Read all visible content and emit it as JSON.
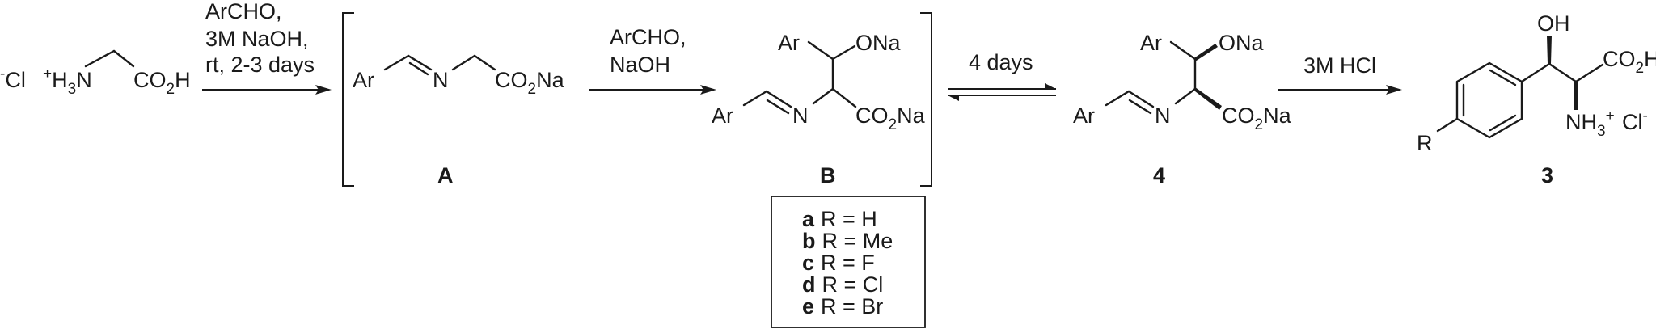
{
  "start_material": {
    "counterion": "Cl",
    "cation_prefix": "H",
    "cation_prefix_sub": "3",
    "nitrogen": "N",
    "acid_prefix": "CO",
    "acid_sub": "2",
    "acid_suffix": "H"
  },
  "step1": {
    "line1": "ArCHO,",
    "line2": "3M NaOH,",
    "line3": "rt, 2-3 days"
  },
  "intermediate_A": {
    "label": "A",
    "ar": "Ar",
    "imine_n": "N",
    "ester_prefix": "CO",
    "ester_sub": "2",
    "ester_suffix": "Na"
  },
  "step2": {
    "line1": "ArCHO,",
    "line2": "NaOH"
  },
  "intermediate_B": {
    "label": "B",
    "ar_top": "Ar",
    "alkoxide": "ONa",
    "ar_imine": "Ar",
    "imine_n": "N",
    "ester_prefix": "CO",
    "ester_sub": "2",
    "ester_suffix": "Na"
  },
  "equilibrium": {
    "label": "4 days"
  },
  "product_4": {
    "label": "4",
    "ar_top": "Ar",
    "alkoxide": "ONa",
    "ar_imine": "Ar",
    "imine_n": "N",
    "ester_prefix": "CO",
    "ester_sub": "2",
    "ester_suffix": "Na"
  },
  "step3": {
    "label": "3M HCl"
  },
  "product_3": {
    "label": "3",
    "hydroxyl": "OH",
    "acid_prefix": "CO",
    "acid_sub": "2",
    "acid_suffix": "H",
    "amine_prefix": "NH",
    "amine_sub": "3",
    "counterion": "Cl",
    "substituent": "R"
  },
  "substituent_table": [
    {
      "letter": "a",
      "text": "R = H"
    },
    {
      "letter": "b",
      "text": "R = Me"
    },
    {
      "letter": "c",
      "text": "R = F"
    },
    {
      "letter": "d",
      "text": "R = Cl"
    },
    {
      "letter": "e",
      "text": "R = Br"
    }
  ]
}
